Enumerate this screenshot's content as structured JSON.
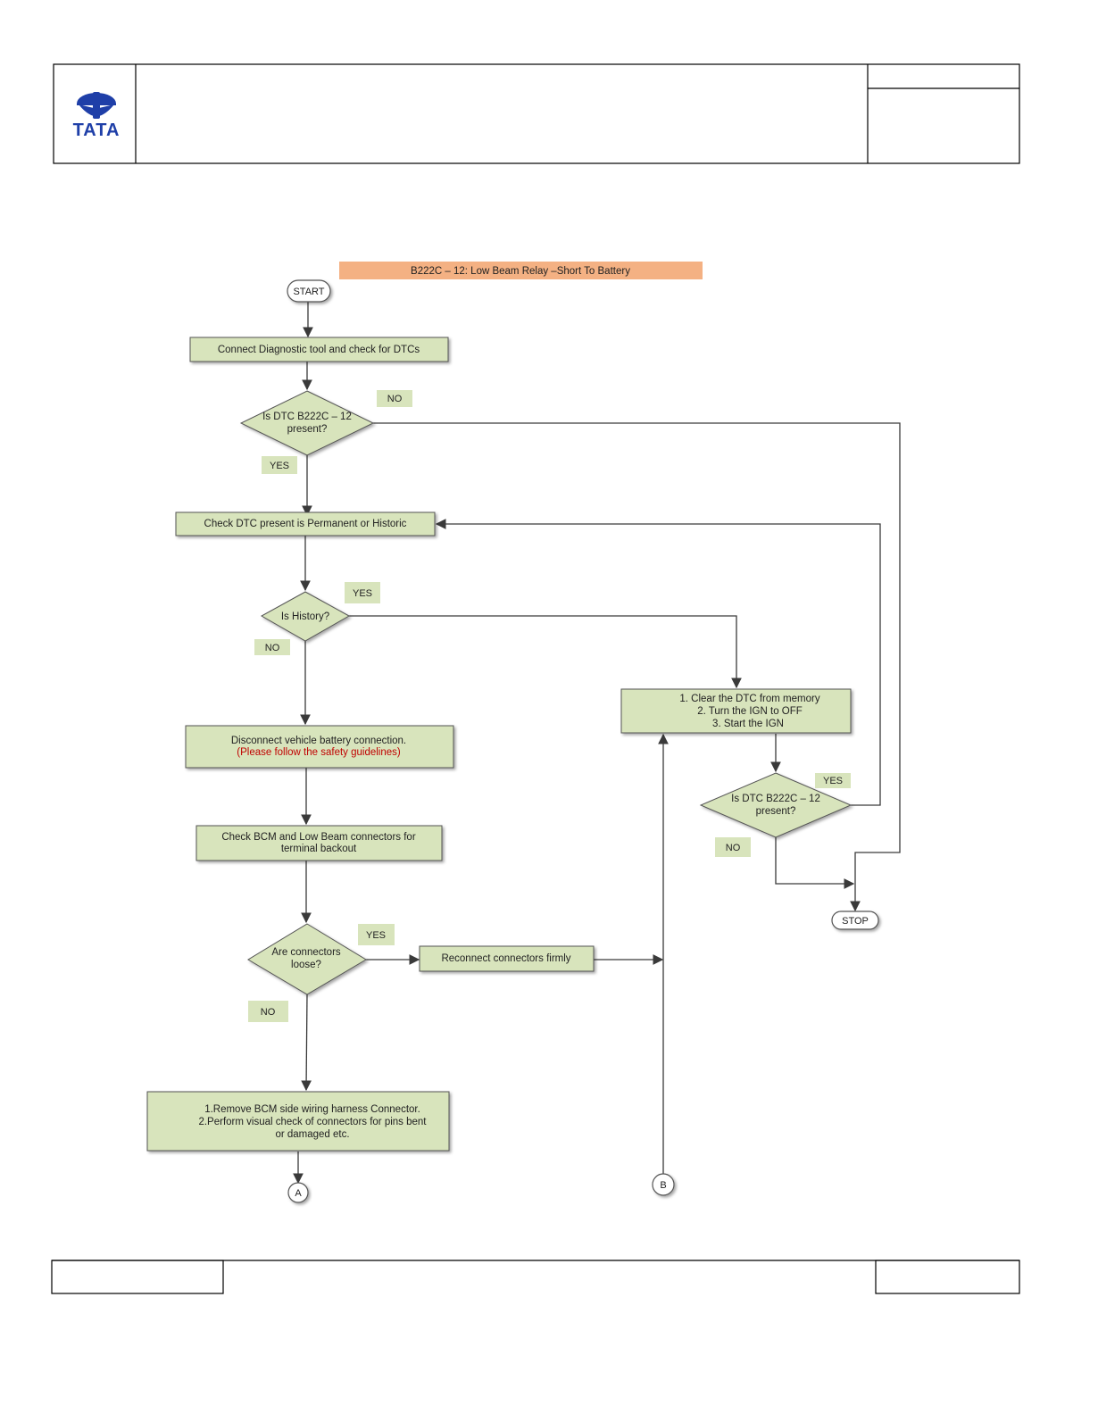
{
  "header": {
    "logo_text": "TATA",
    "brand_color": "#1f3fa8"
  },
  "diagram": {
    "title": "B222C – 12: Low Beam Relay  –Short To Battery",
    "nodes": {
      "start": "START",
      "stop": "STOP",
      "connect_tool": "Connect Diagnostic tool and check for DTCs",
      "dtc_present_q": [
        "Is DTC B222C – 12",
        "present?"
      ],
      "check_perm": "Check DTC present is Permanent or Historic",
      "is_history_q": "Is History?",
      "disconnect_battery": "Disconnect vehicle battery connection.",
      "safety_note": "(Please follow the safety guidelines)",
      "check_bcm": [
        "Check  BCM and Low Beam connectors for",
        "terminal backout"
      ],
      "connectors_loose_q": [
        "Are connectors",
        "loose?"
      ],
      "reconnect": "Reconnect connectors firmly",
      "remove_bcm": [
        "1.Remove BCM side wiring harness Connector.",
        "2.Perform visual check of connectors for pins bent",
        "or damaged etc."
      ],
      "clear_dtc": [
        "1. Clear the DTC from memory",
        "2. Turn the IGN to OFF",
        "3. Start the IGN"
      ],
      "dtc_present_q2": [
        "Is DTC B222C – 12",
        "present?"
      ],
      "conn_a": "A",
      "conn_b": "B"
    },
    "labels": {
      "no_1": "NO",
      "yes_1": "YES",
      "yes_history": "YES",
      "no_history": "NO",
      "yes_2": "YES",
      "no_2": "NO",
      "yes_loose": "YES",
      "no_loose": "NO"
    },
    "colors": {
      "box_fill": "#d8e4bc",
      "title_fill": "#f4b183",
      "warning_text": "#c00000",
      "line": "#3a3a3a"
    }
  }
}
